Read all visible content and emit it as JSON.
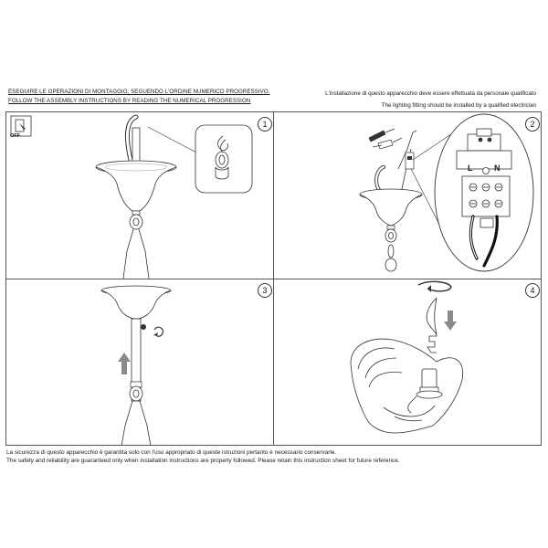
{
  "header": {
    "left_lines": [
      "ESEGUIRE LE OPERAZIONI DI MONTAGGIO, SEGUENDO L'ORDINE NUMERICO PROGRESSIVO.",
      "FOLLOW THE ASSEMBLY INSTRUCTIONS BY READING THE NUMERICAL PROGRESSION"
    ],
    "right_lines": [
      "L'installazione di questo apparecchio deve essere effettuata da personale qualificato",
      "The lighting fitting should be installed by a qualified electrician"
    ]
  },
  "steps": [
    {
      "number": "1",
      "switch_label": "OFF"
    },
    {
      "number": "2",
      "terminal_left": "L",
      "terminal_right": "N"
    },
    {
      "number": "3"
    },
    {
      "number": "4"
    }
  ],
  "footer": {
    "lines": [
      "La sicurezza di questo apparecchio è garantita solo con l'uso appropriato di queste istruzioni pertanto è necessario conservarle.",
      "The safety and reliability are guaranteed only when installation instructions are properly followed. Please retain this instruction sheet for future reference."
    ]
  },
  "colors": {
    "line": "#333333",
    "arrow": "#8a8a8a",
    "wire": "#111111"
  }
}
